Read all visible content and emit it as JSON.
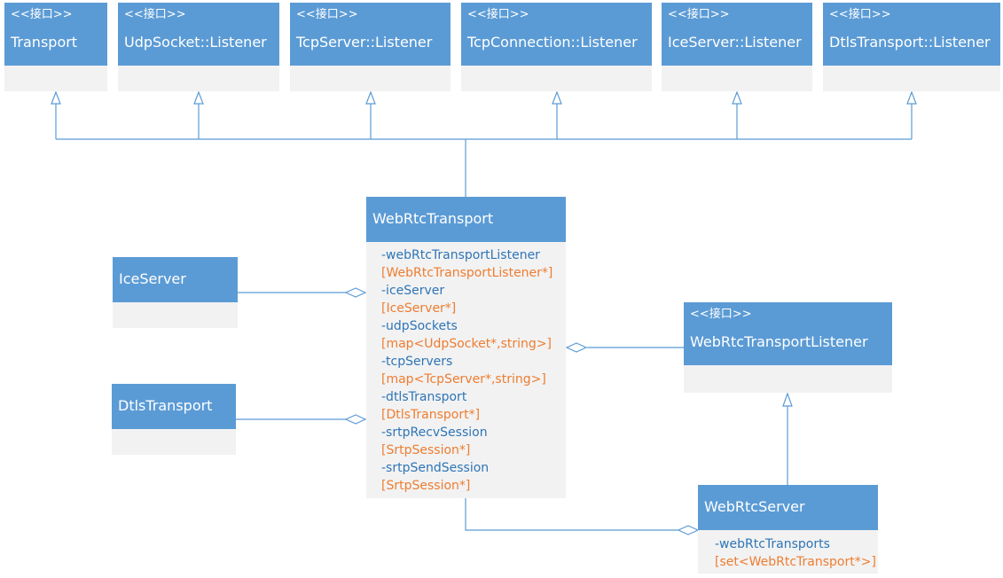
{
  "interfaces": [
    {
      "stereotype": "<<接口>>",
      "name": "Transport"
    },
    {
      "stereotype": "<<接口>>",
      "name": "UdpSocket::Listener"
    },
    {
      "stereotype": "<<接口>>",
      "name": "TcpServer::Listener"
    },
    {
      "stereotype": "<<接口>>",
      "name": "TcpConnection::Listener"
    },
    {
      "stereotype": "<<接口>>",
      "name": "IceServer::Listener"
    },
    {
      "stereotype": "<<接口>>",
      "name": "DtlsTransport::Listener"
    }
  ],
  "webrtc_transport": {
    "name": "WebRtcTransport",
    "attributes": [
      {
        "name": "-webRtcTransportListener",
        "type": "[WebRtcTransportListener*]"
      },
      {
        "name": "-iceServer",
        "type": "[IceServer*]"
      },
      {
        "name": "-udpSockets",
        "type": "[map<UdpSocket*,string>]"
      },
      {
        "name": "-tcpServers",
        "type": "[map<TcpServer*,string>]"
      },
      {
        "name": "-dtlsTransport",
        "type": "[DtlsTransport*]"
      },
      {
        "name": "-srtpRecvSession",
        "type": "[SrtpSession*]"
      },
      {
        "name": "-srtpSendSession",
        "type": "[SrtpSession*]"
      }
    ]
  },
  "ice_server": {
    "name": "IceServer"
  },
  "dtls_transport": {
    "name": "DtlsTransport"
  },
  "listener": {
    "stereotype": "<<接口>>",
    "name": "WebRtcTransportListener"
  },
  "webrtc_server": {
    "name": "WebRtcServer",
    "attributes": [
      {
        "name": "-webRtcTransports",
        "type": "[set<WebRtcTransport*>]"
      }
    ]
  },
  "colors": {
    "header": "#5b9bd5",
    "body": "#f2f2f2",
    "line": "#5b9bd5",
    "attr_name": "#2e75b6",
    "attr_type": "#ed7d31"
  }
}
